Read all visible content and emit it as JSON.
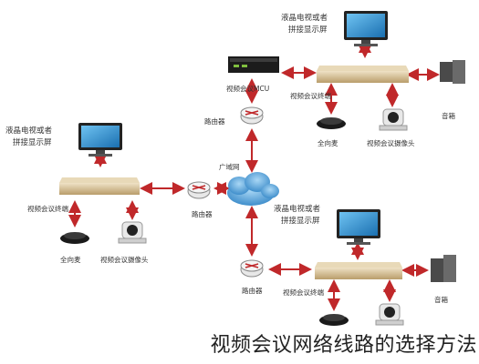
{
  "labels": {
    "display_top": [
      "液晶电视或者",
      "拼接显示屏"
    ],
    "display_left": [
      "液晶电视或者",
      "拼接显示屏"
    ],
    "display_right": [
      "液晶电视或者",
      "拼接显示屏"
    ],
    "mcu": "视频会议MCU",
    "router": "路由器",
    "internet": "广域网",
    "terminal": "视频会议终端",
    "mic": "全向麦",
    "camera": "视频会议摄像头",
    "speaker": "音箱"
  },
  "caption": "视频会议网络线路的选择方法",
  "colors": {
    "arrow": "#c0282a",
    "cloud": "#4a90c8",
    "device": "#d9c39a"
  }
}
